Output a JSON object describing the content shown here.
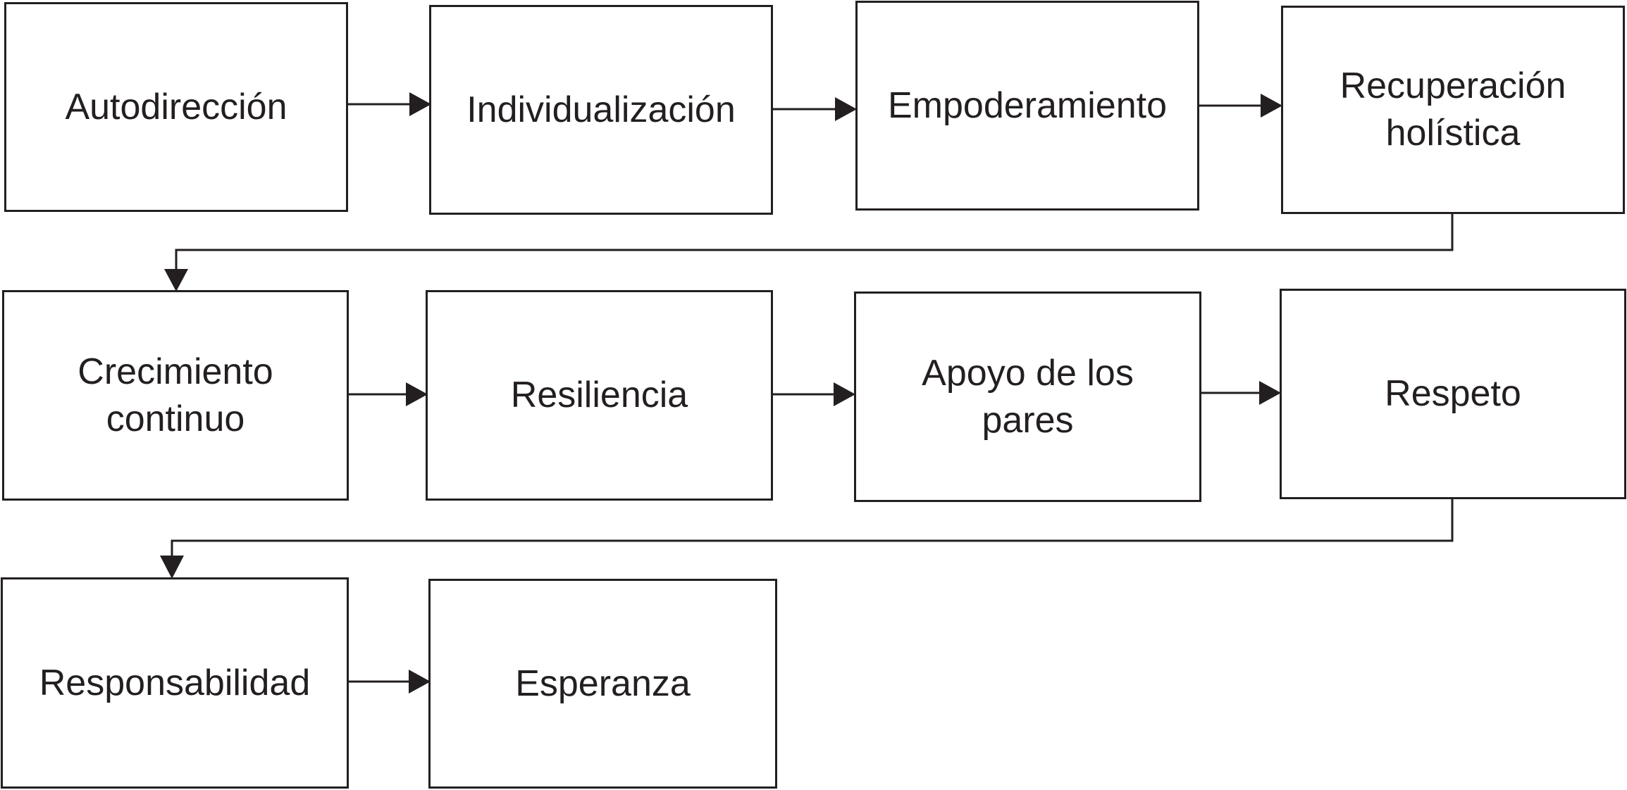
{
  "diagram": {
    "steps": [
      "Autodirección",
      "Individualización",
      "Empoderamiento",
      "Recuperación\nholística",
      "Crecimiento\ncontinuo",
      "Resiliencia",
      "Apoyo de los\npares",
      "Respeto",
      "Responsabilidad",
      "Esperanza"
    ],
    "colors": {
      "stroke": "#231f20",
      "background": "#ffffff"
    }
  }
}
